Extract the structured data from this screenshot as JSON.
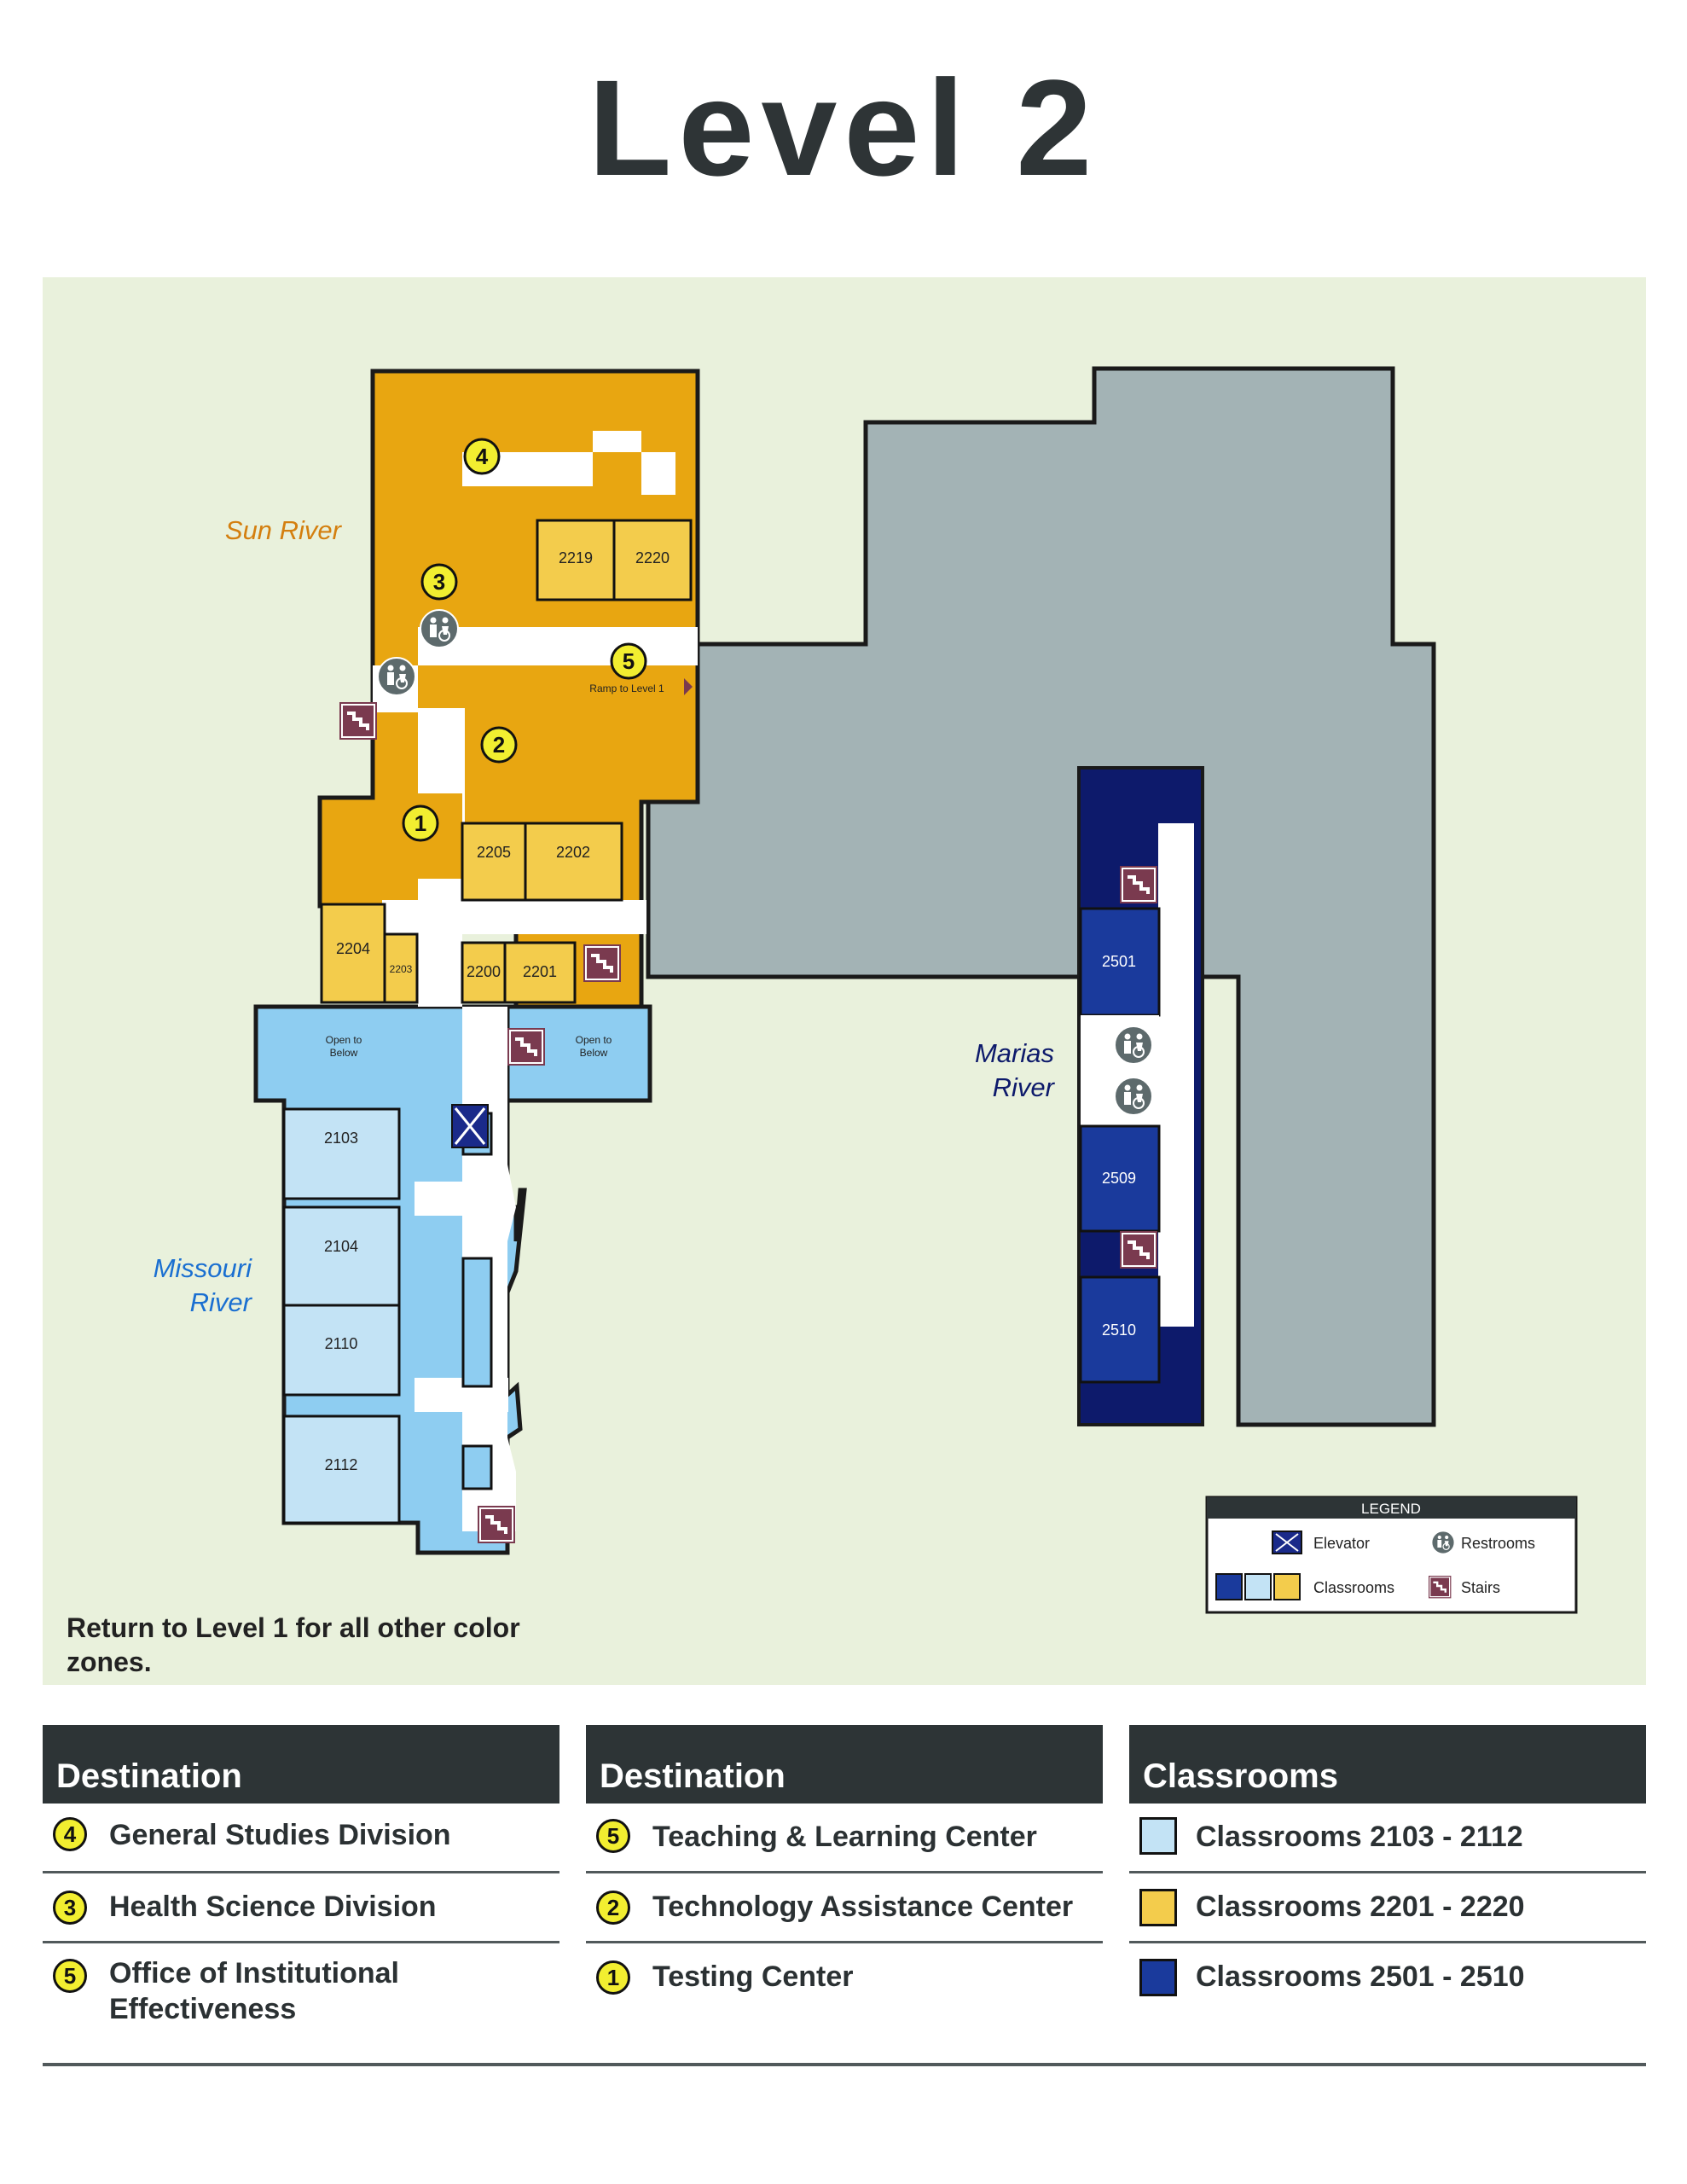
{
  "title": "Level 2",
  "zones": {
    "sun_river": "Sun River",
    "missouri_river_1": "Missouri",
    "missouri_river_2": "River",
    "marias_river_1": "Marias",
    "marias_river_2": "River"
  },
  "rooms": {
    "r2219": "2219",
    "r2220": "2220",
    "r2205": "2205",
    "r2202": "2202",
    "r2204": "2204",
    "r2203": "2203",
    "r2200": "2200",
    "r2201": "2201",
    "r2103": "2103",
    "r2104": "2104",
    "r2110": "2110",
    "r2112": "2112",
    "r2501": "2501",
    "r2509": "2509",
    "r2510": "2510"
  },
  "labels": {
    "open_below_1a": "Open to",
    "open_below_1b": "Below",
    "open_below_2a": "Open to",
    "open_below_2b": "Below",
    "ramp": "Ramp to Level 1"
  },
  "markers": {
    "m1": "1",
    "m2": "2",
    "m3": "3",
    "m4": "4",
    "m5": "5"
  },
  "legend": {
    "title": "LEGEND",
    "elevator": "Elevator",
    "restrooms": "Restrooms",
    "classrooms": "Classrooms",
    "stairs": "Stairs"
  },
  "return_note": "Return to Level 1 for all other color zones.",
  "colors": {
    "sun_river": "#e8a611",
    "sun_classroom": "#f3cc4c",
    "missouri": "#8ecdf1",
    "missouri_classroom": "#c3e3f5",
    "marias": "#0d1a6b",
    "marias_classroom": "#1a3a9c",
    "gray_building": "#a3b3b5",
    "marker": "#f2ee30",
    "stairs": "#7a3a4f",
    "map_bg": "#e9f1dc",
    "header": "#2d3436"
  },
  "panels": {
    "destination_left": {
      "header": "Destination",
      "rows": [
        {
          "num": "4",
          "label": "General Studies Division"
        },
        {
          "num": "3",
          "label": "Health Science Division"
        },
        {
          "num": "5",
          "label": "Office of Institutional Effectiveness"
        }
      ]
    },
    "destination_right": {
      "header": "Destination",
      "rows": [
        {
          "num": "5",
          "label": "Teaching & Learning Center"
        },
        {
          "num": "2",
          "label": "Technology Assistance Center"
        },
        {
          "num": "1",
          "label": "Testing Center"
        }
      ]
    },
    "classrooms": {
      "header": "Classrooms",
      "rows": [
        {
          "label": "Classrooms 2103 - 2112"
        },
        {
          "label": "Classrooms 2201 - 2220"
        },
        {
          "label": "Classrooms 2501 - 2510"
        }
      ]
    }
  }
}
